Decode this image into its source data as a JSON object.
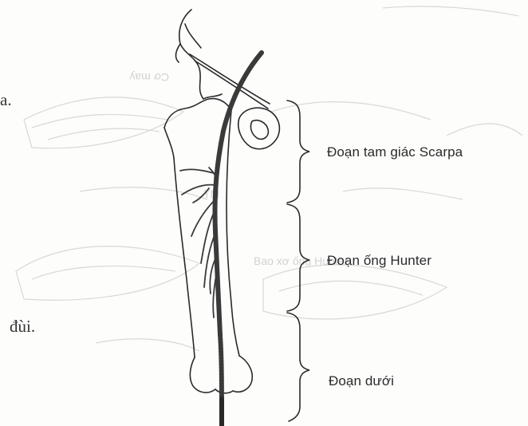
{
  "labels": {
    "scarpa": "Đoạn tam giác Scarpa",
    "hunter": "Đoạn ống Hunter",
    "duoi": "Đoạn dưới"
  },
  "fragments": {
    "left_top": "a.",
    "left_bottom": "đùi."
  },
  "colors": {
    "ink": "#2a2a2a",
    "artery": "#3a3a3a",
    "bleed_through": "#d6d6d6"
  }
}
